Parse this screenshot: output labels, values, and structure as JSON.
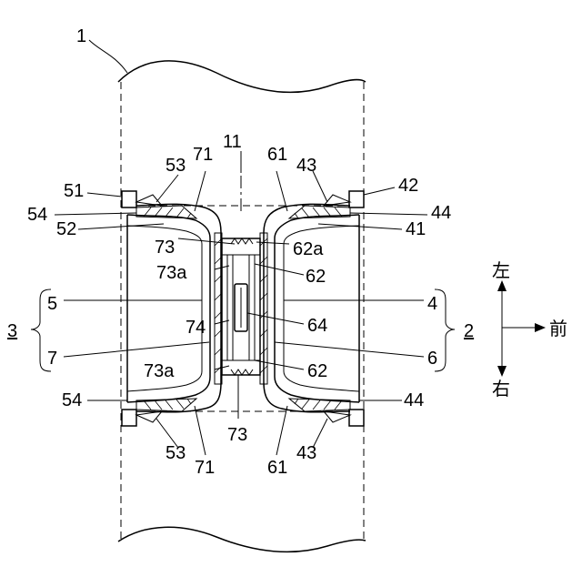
{
  "labels": {
    "frame": "1",
    "assembly_right": "2",
    "assembly_left": "3",
    "front_part": "4",
    "rear_part": "5",
    "rear_inner": "6",
    "front_inner": "7",
    "center_axis": "11",
    "r41": "41",
    "r42": "42",
    "r43_top": "43",
    "r43_bot": "43",
    "r44_top": "44",
    "r44_bot": "44",
    "l51": "51",
    "l52": "52",
    "l53_top": "53",
    "l53_bot": "53",
    "l54_top": "54",
    "l54_bot": "54",
    "r61_top": "61",
    "r61_bot": "61",
    "r62_top": "62",
    "r62_bot": "62",
    "r62a": "62a",
    "r64": "64",
    "l71_top": "71",
    "l71_bot": "71",
    "l73_top": "73",
    "l73_bot": "73",
    "l73a_top": "73a",
    "l73a_bot": "73a",
    "l74": "74"
  },
  "compass": {
    "left": "左",
    "right": "右",
    "front": "前"
  }
}
